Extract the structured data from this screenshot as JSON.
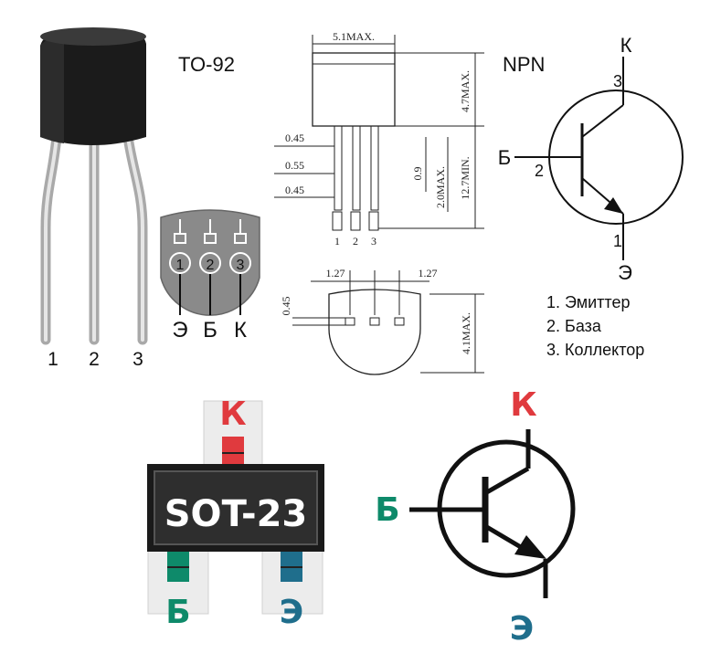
{
  "to92": {
    "title": "TO-92",
    "leg_numbers": [
      "1",
      "2",
      "3"
    ],
    "pin_circles": [
      "1",
      "2",
      "3"
    ],
    "pin_letters": [
      "Э",
      "Б",
      "К"
    ]
  },
  "dimensions": {
    "width_max": "5.1MAX.",
    "body_height_max": "4.7MAX.",
    "lead_length_min": "12.7MIN.",
    "lead_2max": "2.0MAX.",
    "lead_09": "0.9",
    "d_045_top": "0.45",
    "d_055": "0.55",
    "d_045_mid": "0.45",
    "pins": [
      "1",
      "2",
      "3"
    ],
    "pitch_left": "1.27",
    "pitch_right": "1.27",
    "d_045_bottom": "0.45",
    "depth_max": "4.1MAX."
  },
  "npn": {
    "title": "NPN",
    "collector_letter": "К",
    "collector_pin": "3",
    "base_letter": "Б",
    "base_pin": "2",
    "emitter_pin": "1",
    "emitter_letter": "Э",
    "legend": [
      "1. Эмиттер",
      "2. База",
      "3. Коллектор"
    ]
  },
  "sot23": {
    "package_label": "SOT-23",
    "collector_letter": "К",
    "base_letter": "Б",
    "emitter_letter": "Э",
    "colors": {
      "collector": "#e03a3e",
      "base": "#0e8a6a",
      "emitter": "#1f6e8c"
    }
  },
  "symbol2": {
    "collector_letter": "К",
    "base_letter": "Б",
    "emitter_letter": "Э"
  }
}
